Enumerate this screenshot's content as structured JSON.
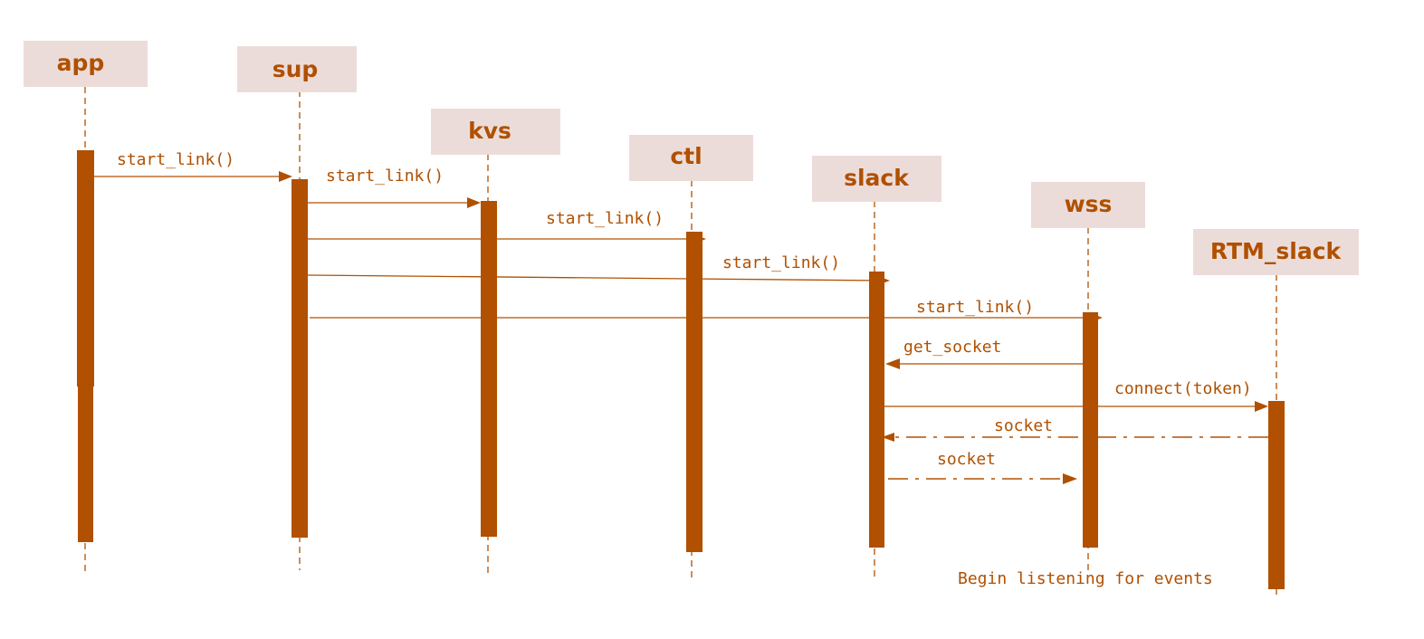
{
  "colors": {
    "accent": "#b05000",
    "actor_box": "#ecdcd9",
    "background": "#ffffff"
  },
  "actors": {
    "app": "app",
    "sup": "sup",
    "kvs": "kvs",
    "ctl": "ctl",
    "slack": "slack",
    "wss": "wss",
    "rtm_slack": "RTM_slack"
  },
  "messages": {
    "app_to_sup": "start_link()",
    "sup_to_kvs": "start_link()",
    "sup_to_ctl": "start_link()",
    "sup_to_slack": "start_link()",
    "sup_to_wss": "start_link()",
    "wss_to_slack": "get_socket",
    "slack_to_rtm": "connect(token)",
    "rtm_to_slack": "socket",
    "slack_to_wss": "socket"
  },
  "notes": {
    "begin_listening": "Begin listening for events"
  }
}
